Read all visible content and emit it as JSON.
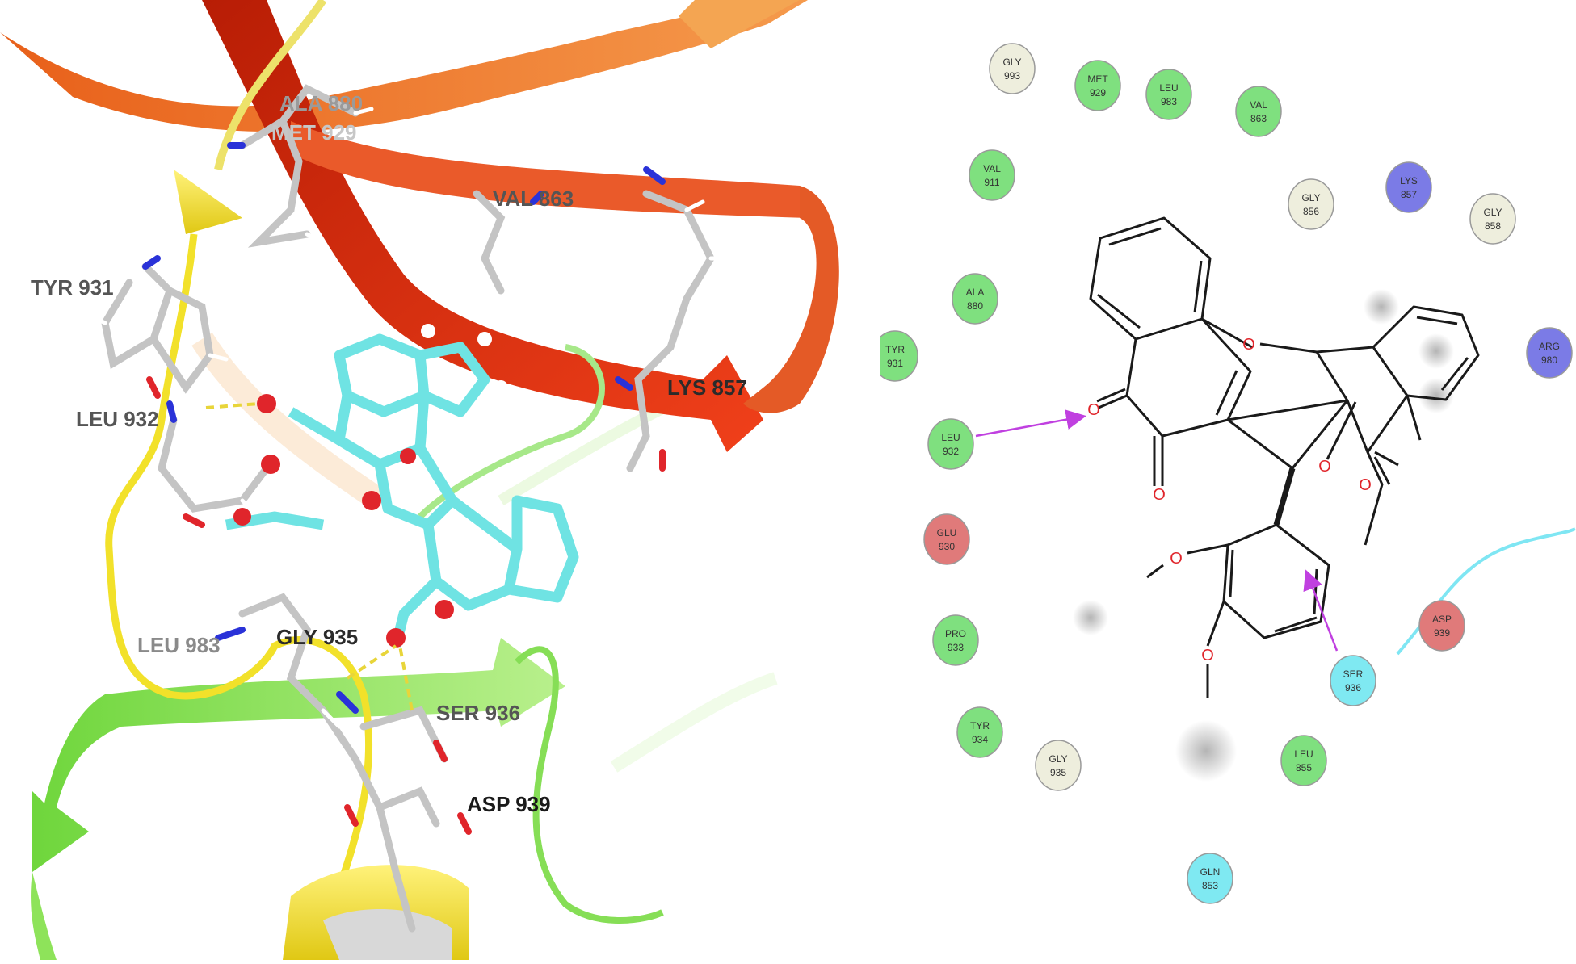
{
  "left_view": {
    "residue_labels": [
      {
        "id": "ala880",
        "text": "ALA 880",
        "color": "#9a9a9a"
      },
      {
        "id": "met929",
        "text": "MET 929",
        "color": "#c7c7c7"
      },
      {
        "id": "val863",
        "text": "VAL 863",
        "color": "#555555"
      },
      {
        "id": "tyr931",
        "text": "TYR 931",
        "color": "#555555"
      },
      {
        "id": "lys857",
        "text": "LYS 857",
        "color": "#2b2b2b"
      },
      {
        "id": "leu932",
        "text": "LEU 932",
        "color": "#555555"
      },
      {
        "id": "leu983",
        "text": "LEU 983",
        "color": "#8a8a8a"
      },
      {
        "id": "gly935",
        "text": "GLY 935",
        "color": "#2b2b2b"
      },
      {
        "id": "ser936",
        "text": "SER 936",
        "color": "#555555"
      },
      {
        "id": "asp939",
        "text": "ASP 939",
        "color": "#1a1a1a"
      }
    ],
    "colors": {
      "helix_yellow": "#f2e12a",
      "strand_red": "#d92b0f",
      "strand_orange": "#f2792a",
      "strand_green": "#7ee04a",
      "ligand_cyan": "#6fe3e3",
      "oxygen": "#e0252b",
      "nitrogen": "#2a32d8",
      "carbon_grey": "#b8b8b8",
      "hbond": "#e8d53a"
    }
  },
  "right_view": {
    "residues": [
      {
        "id": "gly993",
        "name": "GLY",
        "num": "993",
        "type": "glycine"
      },
      {
        "id": "met929",
        "name": "MET",
        "num": "929",
        "type": "hydrophobic"
      },
      {
        "id": "leu983",
        "name": "LEU",
        "num": "983",
        "type": "hydrophobic"
      },
      {
        "id": "val863",
        "name": "VAL",
        "num": "863",
        "type": "hydrophobic"
      },
      {
        "id": "val911",
        "name": "VAL",
        "num": "911",
        "type": "hydrophobic"
      },
      {
        "id": "gly856",
        "name": "GLY",
        "num": "856",
        "type": "glycine"
      },
      {
        "id": "lys857",
        "name": "LYS",
        "num": "857",
        "type": "positive"
      },
      {
        "id": "gly858",
        "name": "GLY",
        "num": "858",
        "type": "glycine"
      },
      {
        "id": "ala880",
        "name": "ALA",
        "num": "880",
        "type": "hydrophobic"
      },
      {
        "id": "tyr931",
        "name": "TYR",
        "num": "931",
        "type": "hydrophobic"
      },
      {
        "id": "arg980",
        "name": "ARG",
        "num": "980",
        "type": "positive"
      },
      {
        "id": "leu932",
        "name": "LEU",
        "num": "932",
        "type": "hydrophobic"
      },
      {
        "id": "glu930",
        "name": "GLU",
        "num": "930",
        "type": "negative"
      },
      {
        "id": "pro933",
        "name": "PRO",
        "num": "933",
        "type": "hydrophobic"
      },
      {
        "id": "asp939",
        "name": "ASP",
        "num": "939",
        "type": "negative"
      },
      {
        "id": "ser936",
        "name": "SER",
        "num": "936",
        "type": "polar"
      },
      {
        "id": "tyr934",
        "name": "TYR",
        "num": "934",
        "type": "hydrophobic"
      },
      {
        "id": "gly935",
        "name": "GLY",
        "num": "935",
        "type": "glycine"
      },
      {
        "id": "leu855",
        "name": "LEU",
        "num": "855",
        "type": "hydrophobic"
      },
      {
        "id": "gln853",
        "name": "GLN",
        "num": "853",
        "type": "polar"
      }
    ],
    "type_colors": {
      "hydrophobic": "#7fe07f",
      "glycine": "#eeeedd",
      "positive": "#7b7be6",
      "negative": "#e07a7a",
      "polar": "#7fe9f2"
    },
    "atom_labels": {
      "oxygen": "O"
    },
    "colors": {
      "bond": "#1a1a1a",
      "hbond_arrow": "#c040e0",
      "solvent_exposure": "#777777",
      "pocket_line": "#5fe0f0"
    }
  }
}
